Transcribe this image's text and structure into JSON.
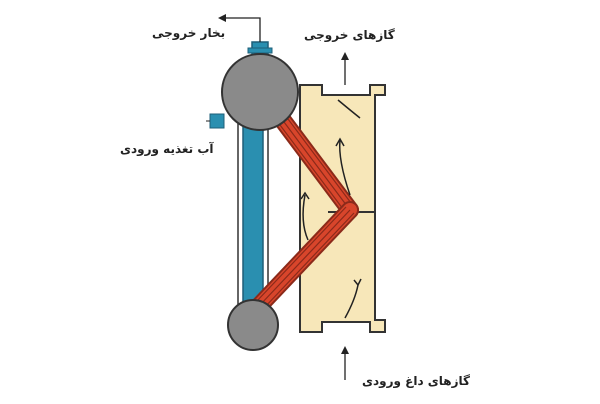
{
  "labels": {
    "steam_out": "بخار خروجی",
    "gases_out": "گازهای خروجی",
    "feed_water": "آب تغذیه ورودی",
    "hot_gases_in": "گازهای داغ ورودی"
  },
  "colors": {
    "casing_fill": "#f7e7b9",
    "outline": "#333333",
    "drum": "#8a8a8a",
    "riser_blue": "#2a8fb0",
    "tube_red": "#d8452b",
    "tube_dark": "#8b2a1a",
    "arrow": "#222222"
  }
}
